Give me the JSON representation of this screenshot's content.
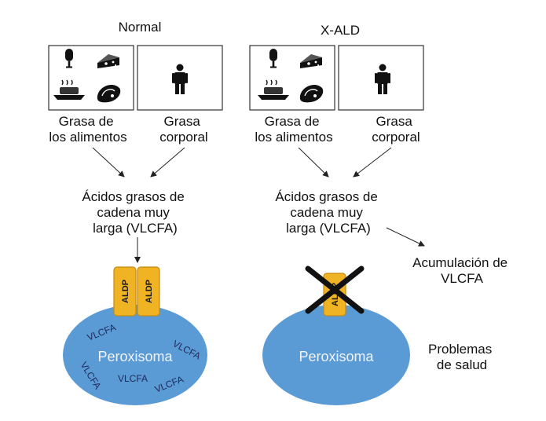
{
  "normal": {
    "title": "Normal",
    "food_label": [
      "Grasa de",
      "los alimentos"
    ],
    "body_label": [
      "Grasa",
      "corporal"
    ],
    "vlcfa_label": [
      "Ácidos grasos de",
      "cadena muy",
      "larga (VLCFA)"
    ],
    "transporter": [
      "ALDP",
      "ALDP"
    ],
    "peroxisome": "Peroxisoma",
    "vlcfa_marks": [
      "VLCFA",
      "VLCFA",
      "VLCFA",
      "VLCFA",
      "VLCFA"
    ]
  },
  "xald": {
    "title": "X-ALD",
    "food_label": [
      "Grasa de",
      "los alimentos"
    ],
    "body_label": [
      "Grasa",
      "corporal"
    ],
    "vlcfa_label": [
      "Ácidos grasos de",
      "cadena muy",
      "larga (VLCFA)"
    ],
    "transporter": "ALDP",
    "peroxisome": "Peroxisoma",
    "accumulation": [
      "Acumulación de",
      "VLCFA"
    ],
    "health": [
      "Problemas",
      "de salud"
    ]
  },
  "colors": {
    "peroxisome": "#5b9bd5",
    "aldp": "#f0b323",
    "aldp_border": "#c58a0e",
    "cross": "#111111"
  },
  "icons": [
    "microphone-icon",
    "cheese-icon",
    "food-tray-icon",
    "steak-icon",
    "person-icon"
  ]
}
